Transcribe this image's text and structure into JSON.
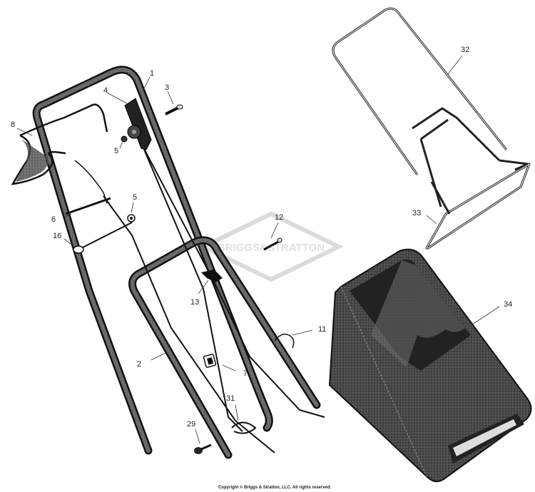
{
  "watermark": "BRIGGS&STRATTON",
  "copyright": "Copyright © Briggs & Stratton, LLC. All rights reserved.",
  "callouts": [
    {
      "id": "1",
      "text": "1"
    },
    {
      "id": "2",
      "text": "2"
    },
    {
      "id": "3",
      "text": "3"
    },
    {
      "id": "4",
      "text": "4"
    },
    {
      "id": "5a",
      "text": "5"
    },
    {
      "id": "5b",
      "text": "5"
    },
    {
      "id": "6",
      "text": "6"
    },
    {
      "id": "7",
      "text": "7"
    },
    {
      "id": "8",
      "text": "8"
    },
    {
      "id": "11",
      "text": "11"
    },
    {
      "id": "12",
      "text": "12"
    },
    {
      "id": "13",
      "text": "13"
    },
    {
      "id": "16",
      "text": "16"
    },
    {
      "id": "29",
      "text": "29"
    },
    {
      "id": "31",
      "text": "31"
    },
    {
      "id": "32",
      "text": "32"
    },
    {
      "id": "33",
      "text": "33"
    },
    {
      "id": "34",
      "text": "34"
    }
  ]
}
